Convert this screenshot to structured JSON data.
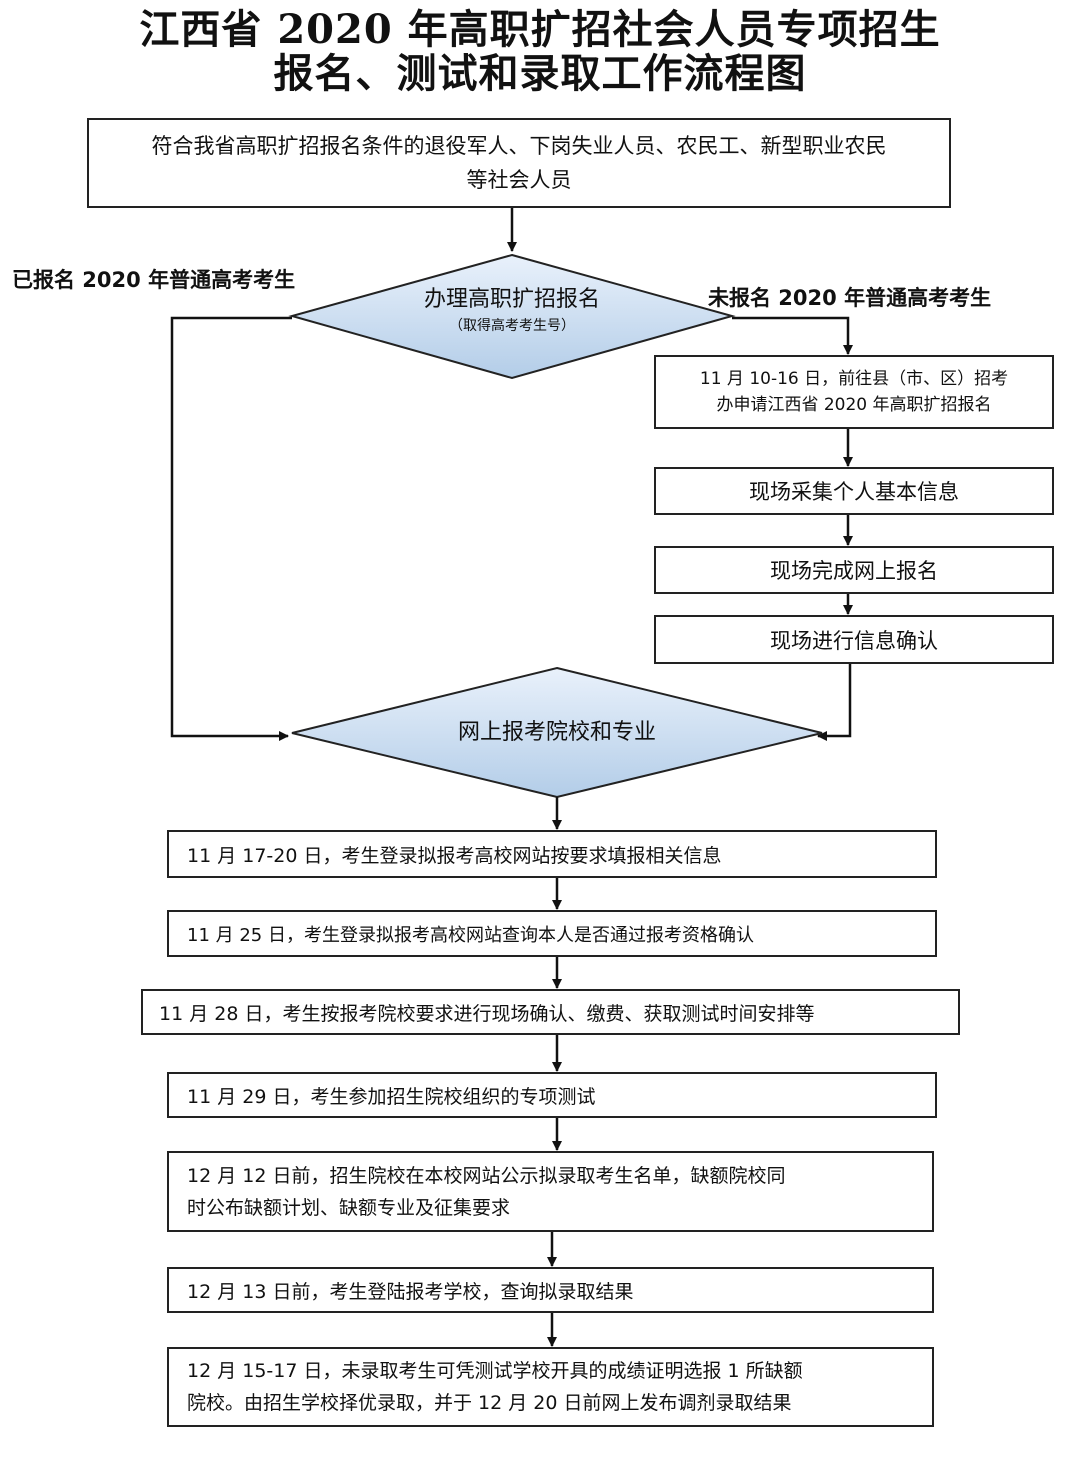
{
  "title": {
    "line1": "江西省 2020 年高职扩招社会人员专项招生",
    "line2": "报名、测试和录取工作流程图"
  },
  "start_box": {
    "line1": "符合我省高职扩招报名条件的退役军人、下岗失业人员、农民工、新型职业农民",
    "line2": "等社会人员"
  },
  "decision1": {
    "main": "办理高职扩招报名",
    "sub": "（取得高考考生号）"
  },
  "branch_labels": {
    "left": "已报名 2020 年普通高考考生",
    "right": "未报名 2020 年普通高考考生"
  },
  "right_steps": {
    "step1_line1": "11 月 10-16 日，前往县（市、区）招考",
    "step1_line2": "办申请江西省 2020 年高职扩招报名",
    "step2": "现场采集个人基本信息",
    "step3": "现场完成网上报名",
    "step4": "现场进行信息确认"
  },
  "decision2": {
    "main": "网上报考院校和专业"
  },
  "steps": {
    "s1": "11 月 17-20 日，考生登录拟报考高校网站按要求填报相关信息",
    "s2": "11 月 25 日，考生登录拟报考高校网站查询本人是否通过报考资格确认",
    "s3": "11 月 28 日，考生按报考院校要求进行现场确认、缴费、获取测试时间安排等",
    "s4": "11 月 29 日，考生参加招生院校组织的专项测试",
    "s5_line1": "12 月 12 日前，招生院校在本校网站公示拟录取考生名单，缺额院校同",
    "s5_line2": "时公布缺额计划、缺额专业及征集要求",
    "s6": "12 月 13 日前，考生登陆报考学校，查询拟录取结果",
    "s7_line1": "12 月 15-17 日，未录取考生可凭测试学校开具的成绩证明选报 1 所缺额",
    "s7_line2": "院校。由招生学校择优录取，并于 12 月 20 日前网上发布调剂录取结果"
  },
  "colors": {
    "diamond_top": "#e9f1fb",
    "diamond_bottom": "#b3cde8",
    "line": "#111111"
  }
}
